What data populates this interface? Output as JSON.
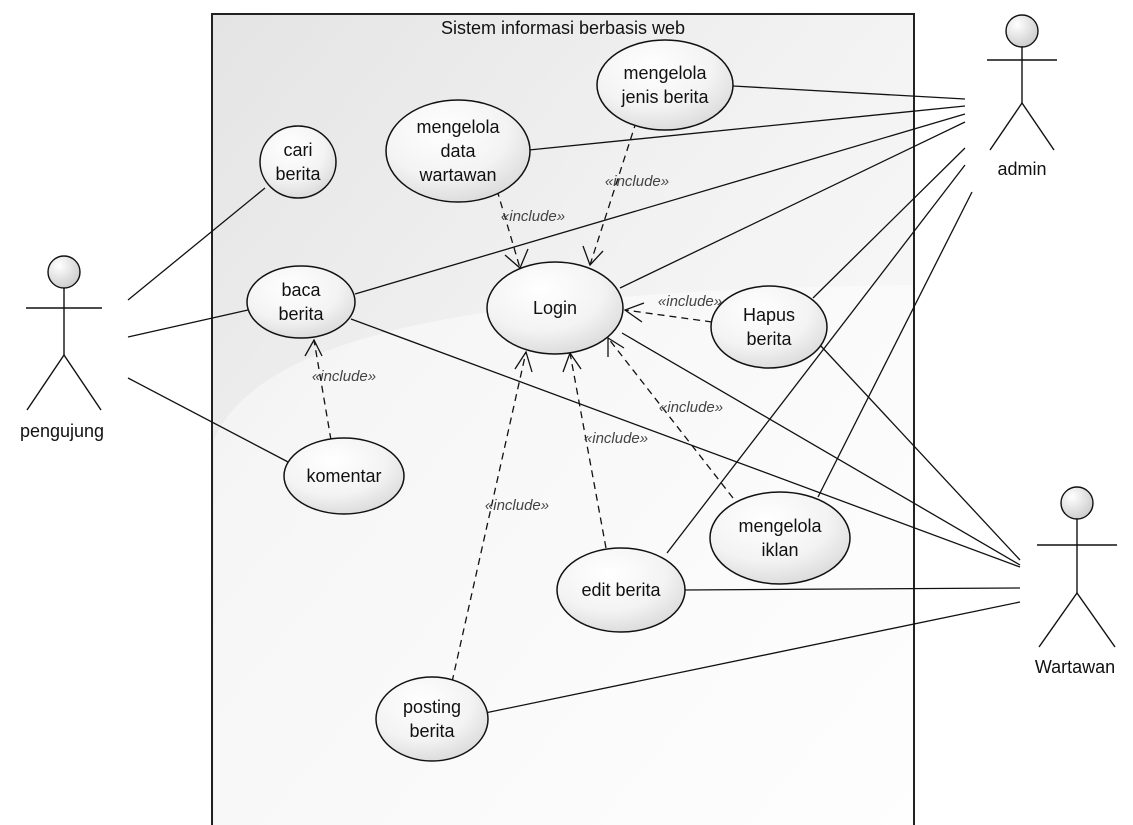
{
  "system": {
    "title": "Sistem informasi berbasis web"
  },
  "actors": {
    "pengujung": "pengujung",
    "admin": "admin",
    "wartawan": "Wartawan"
  },
  "use_cases": {
    "cari_berita": [
      "cari",
      "berita"
    ],
    "baca_berita": [
      "baca",
      "berita"
    ],
    "komentar": [
      "komentar"
    ],
    "mengelola_data_wartawan": [
      "mengelola",
      "data",
      "wartawan"
    ],
    "mengelola_jenis_berita": [
      "mengelola",
      "jenis berita"
    ],
    "login": [
      "Login"
    ],
    "hapus_berita": [
      "Hapus",
      "berita"
    ],
    "mengelola_iklan": [
      "mengelola",
      "iklan"
    ],
    "edit_berita": [
      "edit berita"
    ],
    "posting_berita": [
      "posting",
      "berita"
    ]
  },
  "include_label": "«include»",
  "includes": [
    {
      "from": "mengelola_data_wartawan",
      "to": "login"
    },
    {
      "from": "mengelola_jenis_berita",
      "to": "login"
    },
    {
      "from": "hapus_berita",
      "to": "login"
    },
    {
      "from": "mengelola_iklan",
      "to": "login"
    },
    {
      "from": "edit_berita",
      "to": "login"
    },
    {
      "from": "posting_berita",
      "to": "login"
    },
    {
      "from": "komentar",
      "to": "baca_berita"
    }
  ],
  "associations": [
    {
      "actor": "pengujung",
      "use_case": "cari_berita"
    },
    {
      "actor": "pengujung",
      "use_case": "baca_berita"
    },
    {
      "actor": "pengujung",
      "use_case": "komentar"
    },
    {
      "actor": "admin",
      "use_case": "mengelola_jenis_berita"
    },
    {
      "actor": "admin",
      "use_case": "mengelola_data_wartawan"
    },
    {
      "actor": "admin",
      "use_case": "baca_berita"
    },
    {
      "actor": "admin",
      "use_case": "login"
    },
    {
      "actor": "admin",
      "use_case": "hapus_berita"
    },
    {
      "actor": "admin",
      "use_case": "edit_berita"
    },
    {
      "actor": "admin",
      "use_case": "mengelola_iklan"
    },
    {
      "actor": "wartawan",
      "use_case": "baca_berita"
    },
    {
      "actor": "wartawan",
      "use_case": "login"
    },
    {
      "actor": "wartawan",
      "use_case": "hapus_berita"
    },
    {
      "actor": "wartawan",
      "use_case": "edit_berita"
    },
    {
      "actor": "wartawan",
      "use_case": "posting_berita"
    }
  ]
}
